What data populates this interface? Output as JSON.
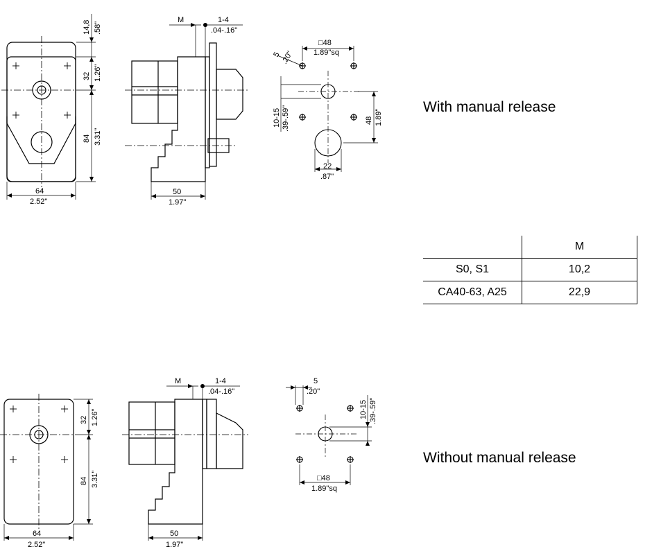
{
  "captions": {
    "with_release": "With manual release",
    "without_release": "Without manual release"
  },
  "table": {
    "header": [
      "",
      "M"
    ],
    "rows": [
      [
        "S0, S1",
        "10,2"
      ],
      [
        "CA40-63, A25",
        "22,9"
      ]
    ]
  },
  "top_drawing": {
    "front": {
      "top_mm": "14,8",
      "top_in": ".58\"",
      "upper_mm": "32",
      "upper_in": "1.26\"",
      "lower_mm": "84",
      "lower_in": "3.31\"",
      "width_mm": "64",
      "width_in": "2.52\""
    },
    "side": {
      "m_label": "M",
      "gap_mm": "1-4",
      "gap_in": ".04-.16\"",
      "depth_mm": "50",
      "depth_in": "1.97\""
    },
    "pattern": {
      "angle_mm": "5",
      "angle_in": ".20\"",
      "sq_mm": "□48",
      "sq_in": "1.89\"sq",
      "range_mm": "10-15",
      "range_in": ".39-.59\"",
      "height_mm": "48",
      "height_in": "1.89\"",
      "hole_mm": "22",
      "hole_in": ".87\""
    }
  },
  "bottom_drawing": {
    "front": {
      "upper_mm": "32",
      "upper_in": "1.26\"",
      "lower_mm": "84",
      "lower_in": "3.31\"",
      "width_mm": "64",
      "width_in": "2.52\""
    },
    "side": {
      "m_label": "M",
      "gap_mm": "1-4",
      "gap_in": ".04-.16\"",
      "depth_mm": "50",
      "depth_in": "1.97\""
    },
    "pattern": {
      "offset_mm": "5",
      "offset_in": ".20\"",
      "range_mm": "10-15",
      "range_in": ".39-.59\"",
      "sq_mm": "□48",
      "sq_in": "1.89\"sq"
    }
  }
}
